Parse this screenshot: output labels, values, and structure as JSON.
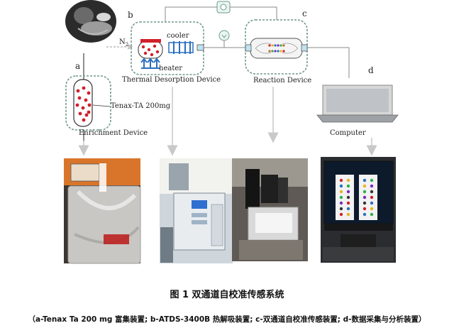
{
  "labels": {
    "a": "a",
    "b": "b",
    "c": "c",
    "d": "d",
    "n2": "N",
    "n2_sub": "2",
    "cooler": "cooler",
    "heater": "heater",
    "thermal": "Thermal Desorption Device",
    "reaction": "Reaction Device",
    "tenax": "Tenax-TA 200mg",
    "enrichment": "Enrichment Device",
    "computer": "Computer"
  },
  "caption": {
    "title": "图 1  双通道自校准传感系统",
    "subtitle": "（a-Tenax Ta 200 mg  富集装置; b-ATDS-3400B  热解吸装置; c-双通道自校准传感装置; d-数据采集与分析装置）"
  },
  "colors": {
    "device_border": "#6f9a8a",
    "pipe": "#8a8a8a",
    "arrow": "#c8c8c8",
    "bead_red": "#d0202a",
    "coil_blue": "#2a6fc0"
  }
}
